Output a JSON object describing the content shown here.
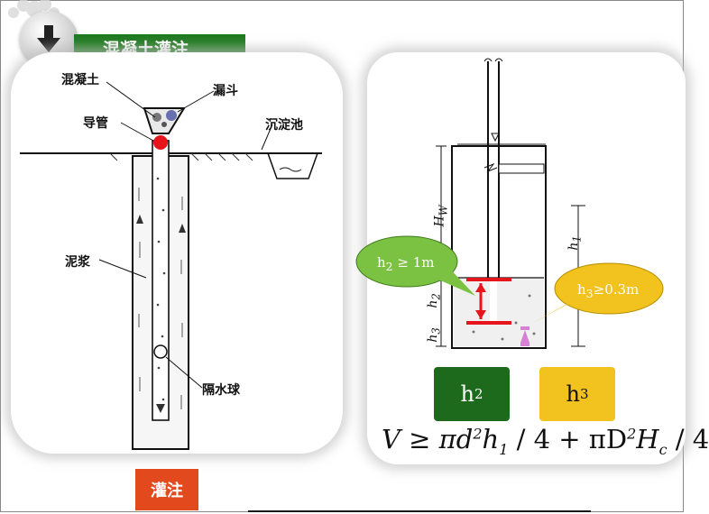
{
  "title": "混凝土灌注",
  "left_labels": {
    "concrete": "混凝土",
    "hopper": "漏斗",
    "conduit": "导管",
    "settling_tank": "沉淀池",
    "mud": "泥浆",
    "water_ball": "隔水球"
  },
  "right_labels": {
    "hw": "H",
    "hw_sub": "W",
    "h1": "h",
    "h1_sub": "1",
    "h2": "h",
    "h2_sub": "2",
    "h3": "h",
    "h3_sub": "3"
  },
  "bubbles": {
    "h2_base": "h",
    "h2_sub": "2",
    "h2_rest": " ≥ 1m",
    "h3_base": "h",
    "h3_sub": "3",
    "h3_rest": "≥0.3m"
  },
  "cards": {
    "h2_base": "h",
    "h2_sub": "2",
    "h3_base": "h",
    "h3_sub": "3"
  },
  "formula": {
    "p1": "V ≥ πd",
    "p1_sup": "2",
    "p2": "h",
    "p2_sub": "1",
    "p3": " / 4 + πD",
    "p3_sup": "2",
    "p4": "H",
    "p4_sub": "c",
    "p5": " / 4"
  },
  "pour_button": "灌注",
  "colors": {
    "green": "#1e7a1e",
    "yellow": "#f2c21f",
    "orange": "#e24a1e",
    "bubble_green": "#7cc242",
    "red": "#e8141b"
  }
}
